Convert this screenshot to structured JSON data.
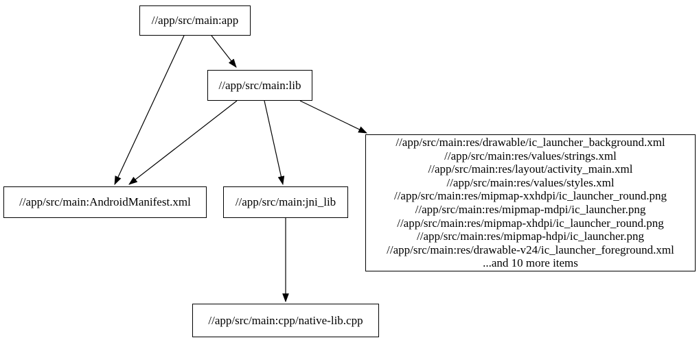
{
  "graph": {
    "background_color": "#ffffff",
    "line_color": "#000000",
    "nodes": {
      "app": {
        "label": "//app/src/main:app"
      },
      "lib": {
        "label": "//app/src/main:lib"
      },
      "manifest": {
        "label": "//app/src/main:AndroidManifest.xml"
      },
      "jni_lib": {
        "label": "//app/src/main:jni_lib"
      },
      "native_lib": {
        "label": "//app/src/main:cpp/native-lib.cpp"
      },
      "resources": {
        "lines": [
          "//app/src/main:res/drawable/ic_launcher_background.xml",
          "//app/src/main:res/values/strings.xml",
          "//app/src/main:res/layout/activity_main.xml",
          "//app/src/main:res/values/styles.xml",
          "//app/src/main:res/mipmap-xxhdpi/ic_launcher_round.png",
          "//app/src/main:res/mipmap-mdpi/ic_launcher.png",
          "//app/src/main:res/mipmap-xhdpi/ic_launcher_round.png",
          "//app/src/main:res/mipmap-hdpi/ic_launcher.png",
          "//app/src/main:res/drawable-v24/ic_launcher_foreground.xml",
          "...and 10 more items"
        ]
      }
    },
    "edges": [
      {
        "from": "//app/src/main:app",
        "to": "//app/src/main:lib"
      },
      {
        "from": "//app/src/main:app",
        "to": "//app/src/main:AndroidManifest.xml"
      },
      {
        "from": "//app/src/main:lib",
        "to": "//app/src/main:AndroidManifest.xml"
      },
      {
        "from": "//app/src/main:lib",
        "to": "//app/src/main:jni_lib"
      },
      {
        "from": "//app/src/main:lib",
        "to": "resources-group"
      },
      {
        "from": "//app/src/main:jni_lib",
        "to": "//app/src/main:cpp/native-lib.cpp"
      }
    ]
  }
}
